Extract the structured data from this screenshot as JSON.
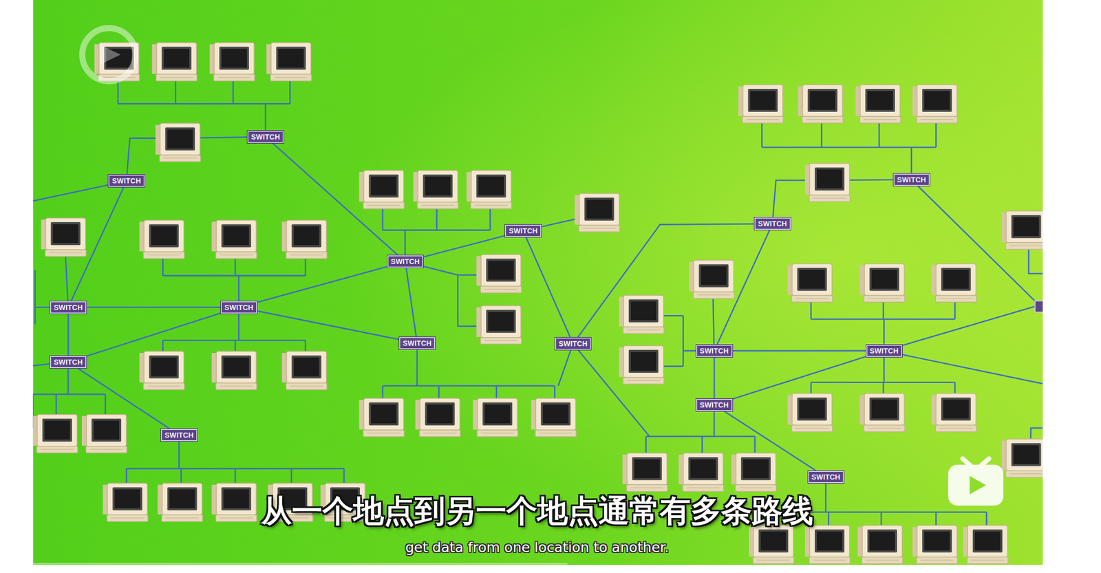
{
  "diagram": {
    "nodes": [
      {
        "text": [
          "SWITCH"
        ]
      },
      {
        "text": [
          "SWITCH"
        ]
      },
      {
        "text": [
          "SWITCH"
        ]
      },
      {
        "text": [
          "SWITCH"
        ]
      },
      {
        "text": [
          "SWITCH"
        ]
      },
      {
        "text": [
          "SWITCH"
        ]
      },
      {
        "text": [
          "SWITCH"
        ]
      },
      {
        "text": [
          "SWITCH"
        ]
      },
      {
        "text": [
          "SWITCH"
        ]
      },
      {
        "text": [
          "SWITCH"
        ]
      },
      {
        "text": [
          "SWITCH"
        ]
      },
      {
        "text": [
          "SWITCH"
        ]
      },
      {
        "text": [
          "SWITCH"
        ]
      },
      {
        "text": [
          "SWITCH"
        ]
      },
      {
        "text": [
          "SWITCH"
        ]
      },
      {
        "text": [
          "SWITCH"
        ]
      }
    ],
    "edges": [
      {
        "from": 0,
        "to": 5,
        "arrow": "none"
      },
      {
        "from": 2,
        "to": 6,
        "arrow": "none"
      },
      {
        "from": 6,
        "to": 7,
        "arrow": "none"
      },
      {
        "from": 6,
        "to": 12,
        "arrow": "none"
      },
      {
        "from": 7,
        "to": 5,
        "arrow": "none"
      },
      {
        "from": 7,
        "to": 8,
        "arrow": "none"
      },
      {
        "from": 12,
        "to": 7,
        "arrow": "none"
      },
      {
        "from": 12,
        "to": 14,
        "arrow": "none"
      },
      {
        "from": 5,
        "to": 4,
        "arrow": "none"
      },
      {
        "from": 5,
        "to": 8,
        "arrow": "none"
      },
      {
        "from": 4,
        "to": 9,
        "arrow": "none"
      },
      {
        "from": 9,
        "to": 3,
        "arrow": "none"
      },
      {
        "from": 3,
        "to": 10,
        "arrow": "none"
      },
      {
        "from": 10,
        "to": 11,
        "arrow": "none"
      },
      {
        "from": 10,
        "to": 13,
        "arrow": "none"
      },
      {
        "from": 13,
        "to": 11,
        "arrow": "none"
      },
      {
        "from": 13,
        "to": 15,
        "arrow": "none"
      }
    ],
    "labels": [
      "从一个地点到另一个地点通常有多条路线",
      "get data from one location to another."
    ]
  }
}
